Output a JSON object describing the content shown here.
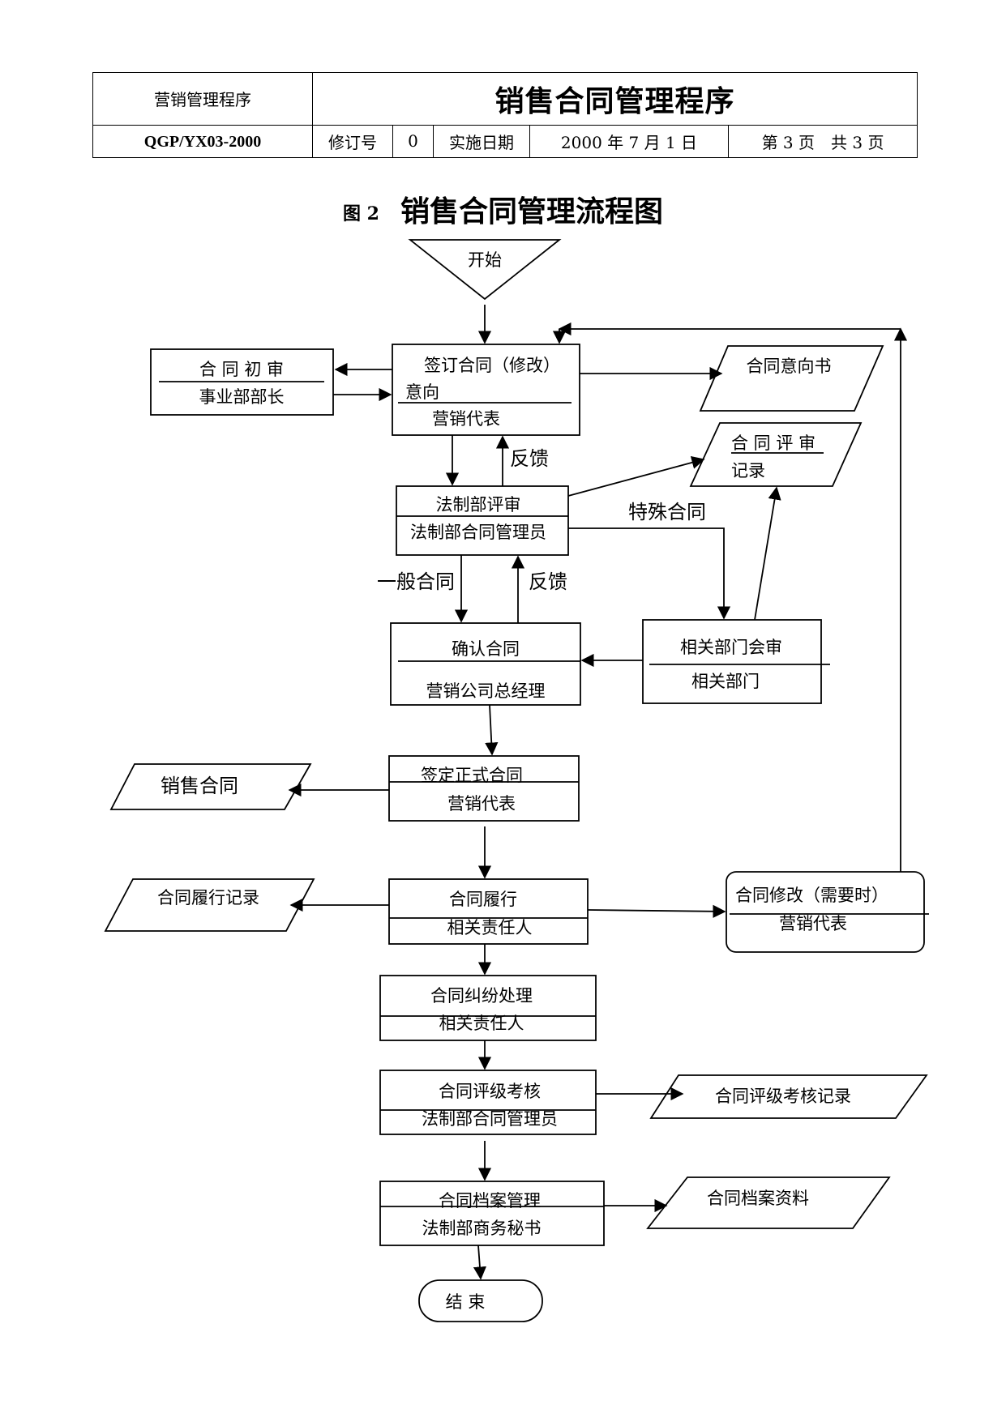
{
  "header": {
    "program_name": "营销管理程序",
    "title": "销售合同管理程序",
    "code": "QGP/YX03-2000",
    "revision_label": "修订号",
    "revision_value": "0",
    "effective_label": "实施日期",
    "effective_value": "2000 年 7 月 1 日",
    "page_info": "第 3 页　共 3 页"
  },
  "figure": {
    "number": "图 2",
    "title": "销售合同管理流程图"
  },
  "diagram": {
    "start": "开始",
    "end": "结 束",
    "prelim_review": {
      "title": "合 同 初 审",
      "role": "事业部部长"
    },
    "sign_intent": {
      "title": "签订合同（修改）",
      "title2": "意向",
      "role": "营销代表"
    },
    "intent_letter": "合同意向书",
    "review_record": {
      "line1": "合 同 评 审",
      "line2": "记录"
    },
    "legal_review": {
      "title": "法制部评审",
      "role": "法制部合同管理员"
    },
    "confirm": {
      "title": "确认合同",
      "role": "营销公司总经理"
    },
    "dept_review": {
      "title": "相关部门会审",
      "role": "相关部门"
    },
    "sign_formal": {
      "title": "签定正式合同",
      "role": "营销代表"
    },
    "sales_contract": "销售合同",
    "perform": {
      "title": "合同履行",
      "role": "相关责任人"
    },
    "perform_record": "合同履行记录",
    "modify": {
      "title": "合同修改（需要时）",
      "role": "营销代表"
    },
    "dispute": {
      "title": "合同纠纷处理",
      "role": "相关责任人"
    },
    "rating": {
      "title": "合同评级考核",
      "role": "法制部合同管理员"
    },
    "rating_record": "合同评级考核记录",
    "archive": {
      "title": "合同档案管理",
      "role": "法制部商务秘书"
    },
    "archive_data": "合同档案资料",
    "labels": {
      "feedback": "反馈",
      "special_contract": "特殊合同",
      "general_contract": "一般合同"
    }
  }
}
